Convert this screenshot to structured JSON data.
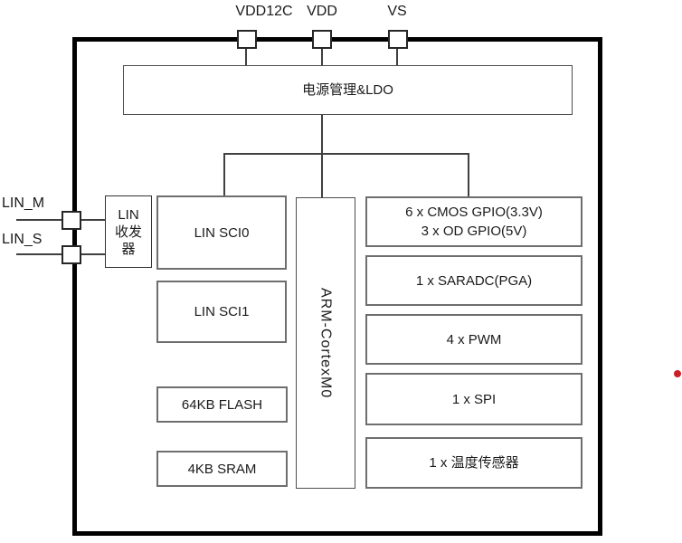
{
  "top_pins": [
    {
      "label": "VDD12C"
    },
    {
      "label": "VDD"
    },
    {
      "label": "VS"
    }
  ],
  "left_pins": [
    {
      "label": "LIN_M"
    },
    {
      "label": "LIN_S"
    }
  ],
  "blocks": {
    "power_mgmt": {
      "label": "电源管理&LDO"
    },
    "lin_transceiver": {
      "line1": "LIN",
      "line2": "收发",
      "line3": "器"
    },
    "lin_sci0": {
      "label": "LIN SCI0"
    },
    "lin_sci1": {
      "label": "LIN SCI1"
    },
    "flash": {
      "label": "64KB FLASH"
    },
    "sram": {
      "label": "4KB SRAM"
    },
    "cpu": {
      "label": "ARM-CortexM0"
    },
    "gpio": {
      "line1": "6 x CMOS GPIO(3.3V)",
      "line2": "3 x OD GPIO(5V)"
    },
    "saradc": {
      "label": "1 x SARADC(PGA)"
    },
    "pwm": {
      "label": "4 x PWM"
    },
    "spi": {
      "label": "1 x SPI"
    },
    "temp_sensor": {
      "label": "1 x 温度传感器"
    }
  },
  "colors": {
    "outer_border": "#000000",
    "box_border": "#6e6e6e",
    "connector": "#404040",
    "red_dot": "#cb2027",
    "background": "#ffffff"
  }
}
